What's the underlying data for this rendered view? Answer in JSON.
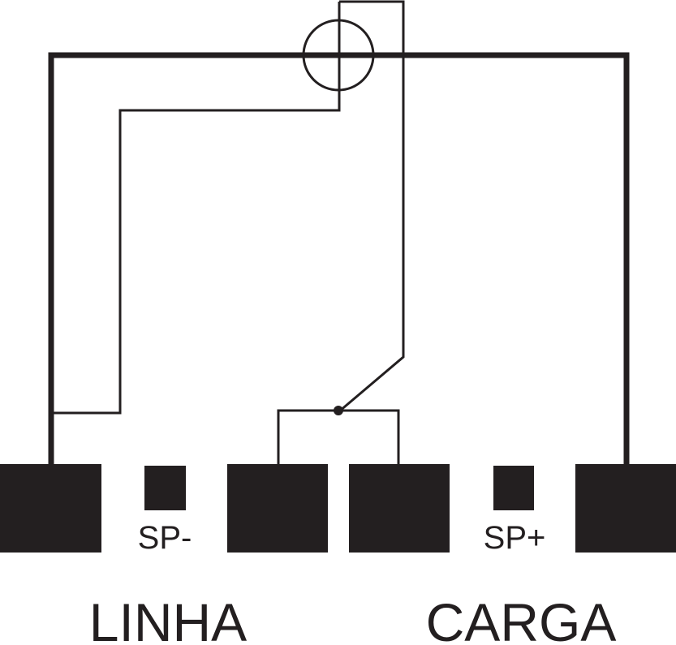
{
  "diagram": {
    "labels": {
      "sp_minus": "SP-",
      "sp_plus": "SP+",
      "linha": "LINHA",
      "carga": "CARGA"
    },
    "colors": {
      "line": "#231f20",
      "terminal_fill": "#231f20",
      "background": "#ffffff"
    },
    "icons": {
      "current_sensor": "circle-sensor-icon",
      "junction": "junction-dot-icon"
    }
  }
}
